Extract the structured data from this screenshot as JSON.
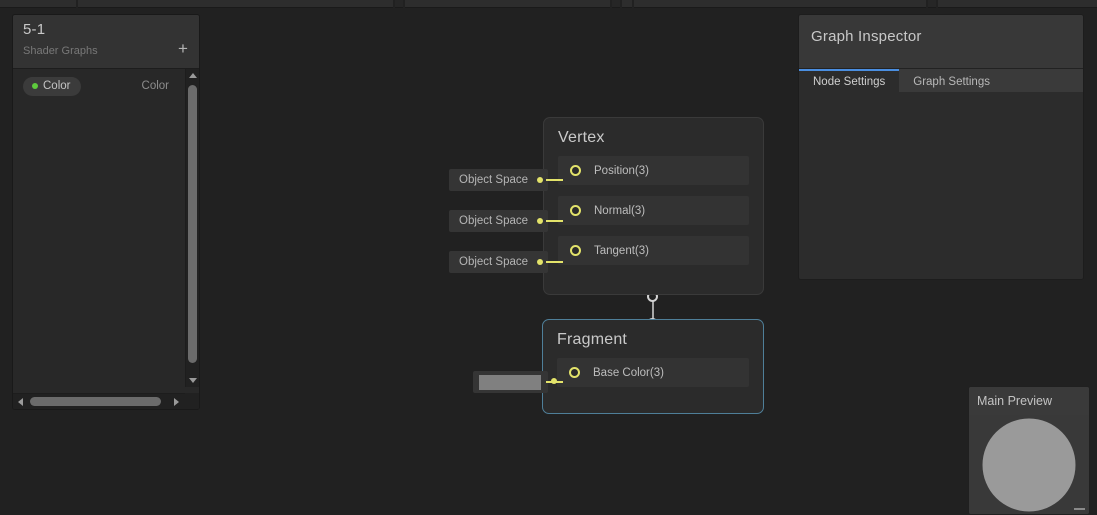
{
  "window": {
    "background_color": "#212121",
    "accent_blue": "#4a8ee0",
    "port_yellow": "#e3e36a",
    "selection_blue": "#4f7f99"
  },
  "blackboard": {
    "title": "5-1",
    "subtitle": "Shader Graphs",
    "add_button_label": "+",
    "properties": [
      {
        "name": "Color",
        "type": "Color",
        "dot_color": "#5ecb3d"
      }
    ],
    "scroll": {
      "v_up_icon": "triangle-up-icon",
      "v_down_icon": "triangle-down-icon",
      "h_left_icon": "triangle-left-icon",
      "h_right_icon": "triangle-right-icon"
    }
  },
  "nodes": [
    {
      "id": "vertex",
      "title": "Vertex",
      "selected": false,
      "ports": [
        {
          "label": "Position(3)",
          "field_value": "Object Space",
          "field_type": "dropdown"
        },
        {
          "label": "Normal(3)",
          "field_value": "Object Space",
          "field_type": "dropdown"
        },
        {
          "label": "Tangent(3)",
          "field_value": "Object Space",
          "field_type": "dropdown"
        }
      ]
    },
    {
      "id": "fragment",
      "title": "Fragment",
      "selected": true,
      "ports": [
        {
          "label": "Base Color(3)",
          "field_value": "",
          "field_type": "color-swatch",
          "swatch_color": "#808080"
        }
      ]
    }
  ],
  "inspector": {
    "title": "Graph Inspector",
    "tabs": [
      {
        "label": "Node Settings",
        "active": true
      },
      {
        "label": "Graph Settings",
        "active": false
      }
    ]
  },
  "preview": {
    "title": "Main Preview",
    "shape": "sphere",
    "shape_color": "#9a9a9a"
  }
}
